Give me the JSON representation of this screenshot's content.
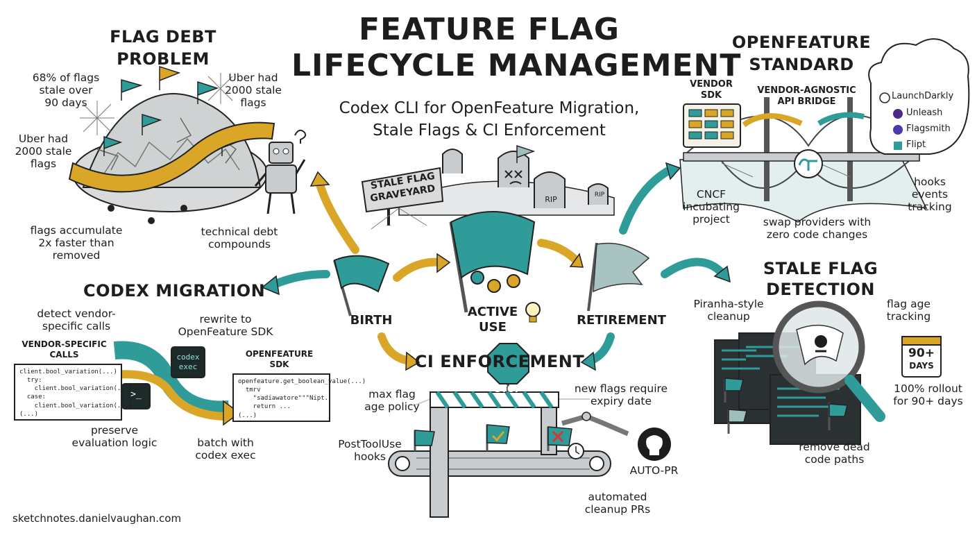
{
  "title_line1": "FEATURE FLAG",
  "title_line2": "LIFECYCLE MANAGEMENT",
  "subtitle_line1": "Codex CLI for OpenFeature Migration,",
  "subtitle_line2": "Stale Flags & CI Enforcement",
  "colors": {
    "teal": "#2f9c9a",
    "gold": "#d9a628",
    "ink": "#1d1d1b",
    "grey": "#c9ccce"
  },
  "debt": {
    "heading1": "FLAG DEBT",
    "heading2": "PROBLEM",
    "stat_stale_1": "68% of flags",
    "stat_stale_2": "stale over",
    "stat_stale_3": "90 days",
    "uber_a_1": "Uber had",
    "uber_a_2": "2000 stale",
    "uber_a_3": "flags",
    "uber_b_1": "Uber had",
    "uber_b_2": "2000 stale",
    "uber_b_3": "flags",
    "accumulate_1": "flags accumulate",
    "accumulate_2": "2x faster than",
    "accumulate_3": "removed",
    "debt_1": "technical debt",
    "debt_2": "compounds"
  },
  "graveyard": {
    "sign_1": "STALE FLAG",
    "sign_2": "GRAVEYARD",
    "tomb": "RIP",
    "tomb2": "RIP"
  },
  "lifecycle": {
    "birth": "BIRTH",
    "active_1": "ACTIVE",
    "active_2": "USE",
    "retirement": "RETIREMENT"
  },
  "openfeature": {
    "heading1": "OPENFEATURE",
    "heading2": "STANDARD",
    "vendor_sdk_1": "VENDOR",
    "vendor_sdk_2": "SDK",
    "bridge_1": "VENDOR-AGNOSTIC",
    "bridge_2": "API BRIDGE",
    "providers": [
      "LaunchDarkly",
      "Unleash",
      "Flagsmith",
      "Flipt"
    ],
    "cncf_1": "CNCF",
    "cncf_2": "incubating",
    "cncf_3": "project",
    "swap_1": "swap providers with",
    "swap_2": "zero code changes",
    "hooks_1": "hooks",
    "hooks_2": "events",
    "hooks_3": "tracking"
  },
  "migration": {
    "heading": "CODEX MIGRATION",
    "detect_1": "detect vendor-",
    "detect_2": "specific calls",
    "rewrite_1": "rewrite to",
    "rewrite_2": "OpenFeature SDK",
    "vendor_calls_1": "VENDOR-SPECIFIC",
    "vendor_calls_2": "CALLS",
    "vendor_code": "client.bool_variation(...)\n  try:\n    client.bool_variation(...)\n  case:\n    client.bool_variation(...)\n(...)",
    "codex_exec_1": "codex",
    "codex_exec_2": "exec",
    "terminal_prompt": ">_",
    "of_sdk_1": "OPENFEATURE",
    "of_sdk_2": "SDK",
    "of_code": "openfeature.get_boolean_value(...)\n  tmrv\n    \"sadiawatore\"\"\"Nipt.\n    return ...\n(...)",
    "preserve_1": "preserve",
    "preserve_2": "evaluation logic",
    "batch_1": "batch with",
    "batch_2": "codex exec"
  },
  "ci": {
    "heading": "CI ENFORCEMENT",
    "stop": "STOP",
    "max_age_1": "max flag",
    "max_age_2": "age policy",
    "expiry_1": "new flags require",
    "expiry_2": "expiry date",
    "posttool_1": "PostToolUse",
    "posttool_2": "hooks",
    "auto_pr": "AUTO-PR",
    "cleanup_1": "automated",
    "cleanup_2": "cleanup PRs"
  },
  "stale": {
    "heading1": "STALE FLAG",
    "heading2": "DETECTION",
    "piranha_1": "Piranha-style",
    "piranha_2": "cleanup",
    "age_1": "flag age",
    "age_2": "tracking",
    "days_1": "90+",
    "days_2": "DAYS",
    "rollout_1": "100% rollout",
    "rollout_2": "for 90+ days",
    "remove_1": "remove dead",
    "remove_2": "code paths"
  },
  "footer": "sketchnotes.danielvaughan.com"
}
